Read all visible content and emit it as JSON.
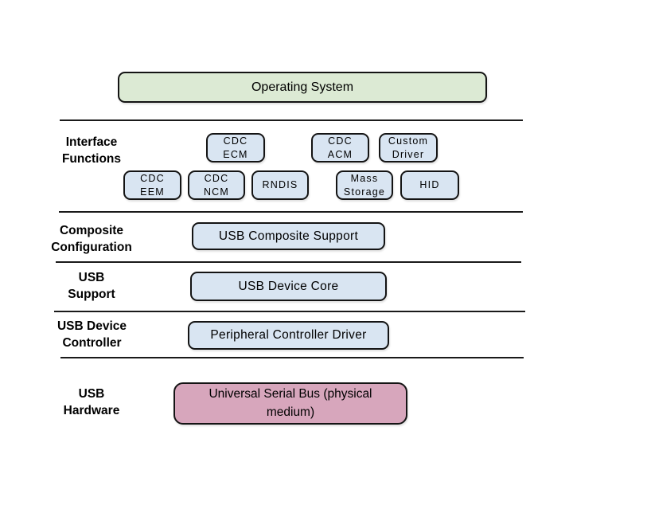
{
  "colors": {
    "background": "#ffffff",
    "green_fill": "#dcead4",
    "blue_fill": "#d9e5f2",
    "pink_fill": "#d7a6bc",
    "border": "#141414",
    "line": "#1a1a1a"
  },
  "os_box": {
    "label": "Operating System"
  },
  "sections": [
    {
      "id": "interface-functions",
      "label": "Interface\nFunctions"
    },
    {
      "id": "composite-configuration",
      "label": "Composite\nConfiguration"
    },
    {
      "id": "usb-support",
      "label": "USB\nSupport"
    },
    {
      "id": "usb-device-controller",
      "label": "USB Device\nController"
    },
    {
      "id": "usb-hardware",
      "label": "USB\nHardware"
    }
  ],
  "function_boxes": [
    {
      "label": "CDC\nECM"
    },
    {
      "label": "CDC\nACM"
    },
    {
      "label": "Custom\nDriver"
    },
    {
      "label": "CDC\nEEM"
    },
    {
      "label": "CDC\nNCM"
    },
    {
      "label": "RNDIS"
    },
    {
      "label": "Mass\nStorage"
    },
    {
      "label": "HID"
    }
  ],
  "composite_box": {
    "label": "USB Composite Support"
  },
  "core_box": {
    "label": "USB Device Core"
  },
  "controller_box": {
    "label": "Peripheral Controller Driver"
  },
  "hardware_box": {
    "label": "Universal Serial Bus (physical medium)"
  }
}
